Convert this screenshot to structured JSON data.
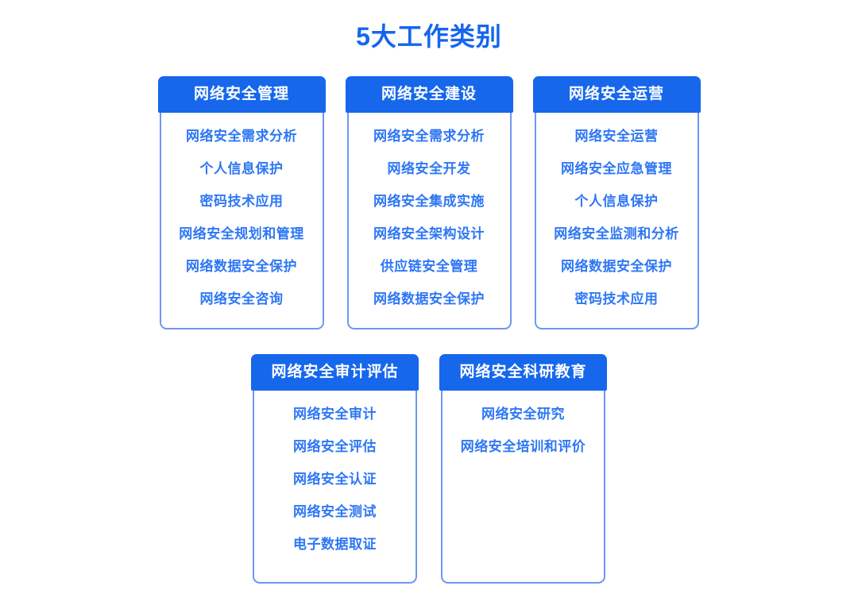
{
  "page": {
    "title": "5大工作类别"
  },
  "colors": {
    "background": "#ffffff",
    "title": "#1566ee",
    "header_bg": "#1667ec",
    "header_text": "#ffffff",
    "item_text": "#2e77f4",
    "card_border": "#6f96f2"
  },
  "categories": [
    {
      "title": "网络安全管理",
      "items": [
        "网络安全需求分析",
        "个人信息保护",
        "密码技术应用",
        "网络安全规划和管理",
        "网络数据安全保护",
        "网络安全咨询"
      ]
    },
    {
      "title": "网络安全建设",
      "items": [
        "网络安全需求分析",
        "网络安全开发",
        "网络安全集成实施",
        "网络安全架构设计",
        "供应链安全管理",
        "网络数据安全保护"
      ]
    },
    {
      "title": "网络安全运营",
      "items": [
        "网络安全运营",
        "网络安全应急管理",
        "个人信息保护",
        "网络安全监测和分析",
        "网络数据安全保护",
        "密码技术应用"
      ]
    },
    {
      "title": "网络安全审计评估",
      "items": [
        "网络安全审计",
        "网络安全评估",
        "网络安全认证",
        "网络安全测试",
        "电子数据取证"
      ]
    },
    {
      "title": "网络安全科研教育",
      "items": [
        "网络安全研究",
        "网络安全培训和评价"
      ]
    }
  ]
}
